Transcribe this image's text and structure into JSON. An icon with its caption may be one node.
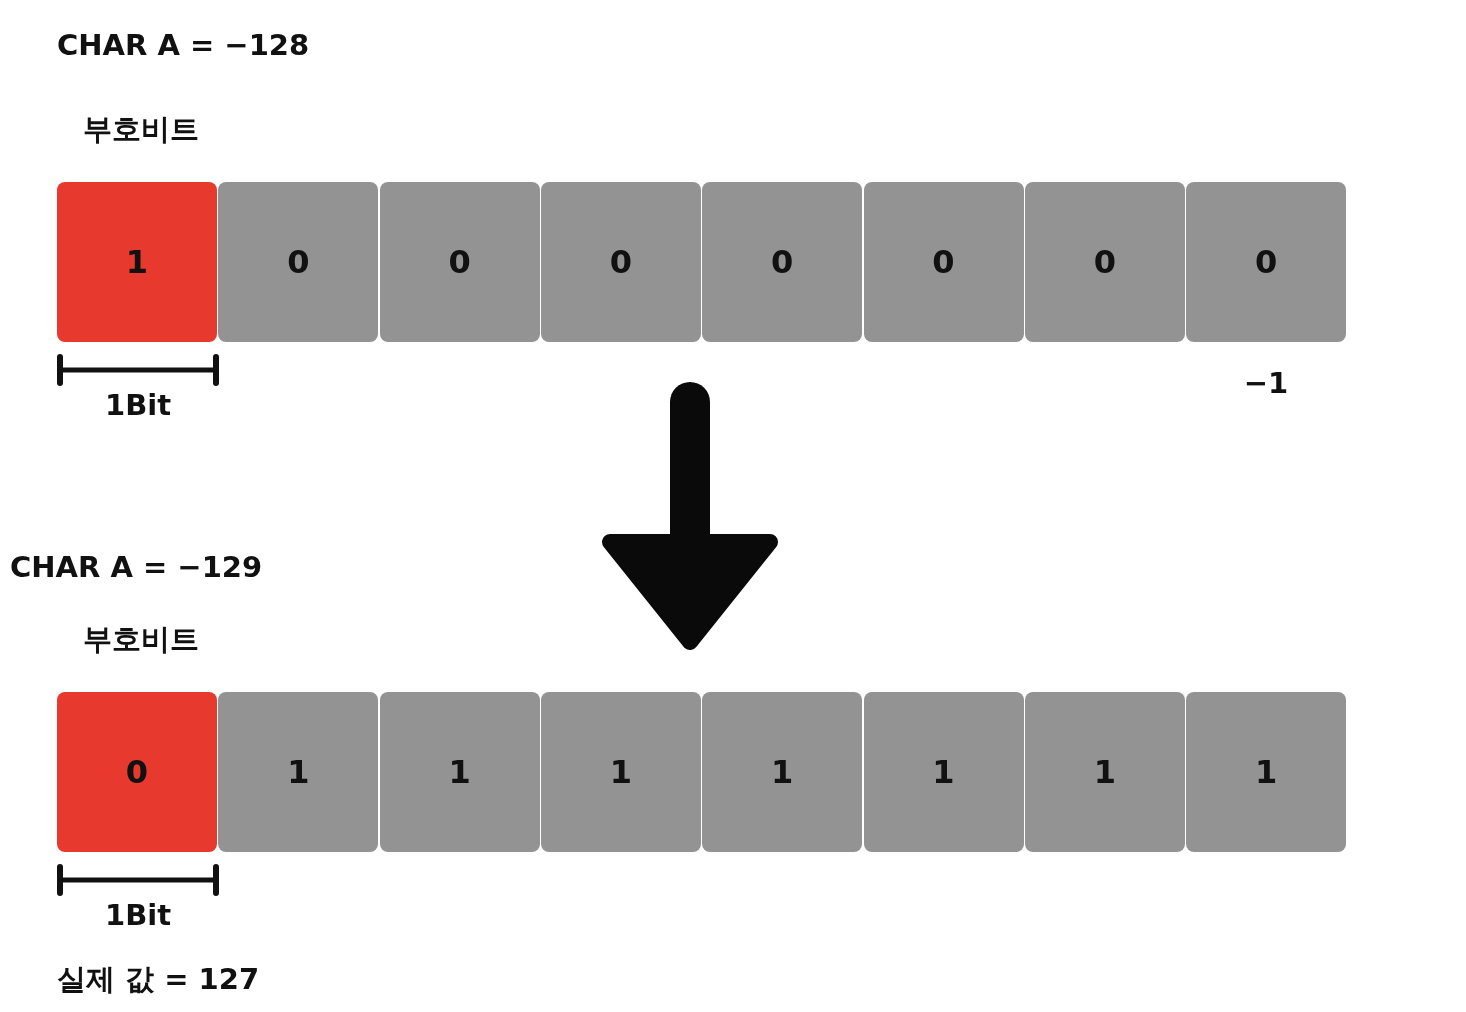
{
  "diagram": {
    "nodes": [
      {
        "text": [
          "1"
        ]
      },
      {
        "text": [
          "0"
        ]
      },
      {
        "text": [
          "0"
        ]
      },
      {
        "text": [
          "0"
        ]
      },
      {
        "text": [
          "0"
        ]
      },
      {
        "text": [
          "0"
        ]
      },
      {
        "text": [
          "0"
        ]
      },
      {
        "text": [
          "0"
        ]
      },
      {
        "text": [
          "0"
        ]
      },
      {
        "text": [
          "1"
        ]
      },
      {
        "text": [
          "1"
        ]
      },
      {
        "text": [
          "1"
        ]
      },
      {
        "text": [
          "1"
        ]
      },
      {
        "text": [
          "1"
        ]
      },
      {
        "text": [
          "1"
        ]
      },
      {
        "text": [
          "1"
        ]
      }
    ],
    "edges": [
      {
        "from": 3,
        "to": 11,
        "arrow": "to"
      }
    ],
    "labels": [
      "CHAR A = −128",
      "부호비트",
      "1Bit",
      "−1",
      "CHAR A = −129",
      "부호비트",
      "1Bit",
      "실제 값 = 127"
    ]
  }
}
